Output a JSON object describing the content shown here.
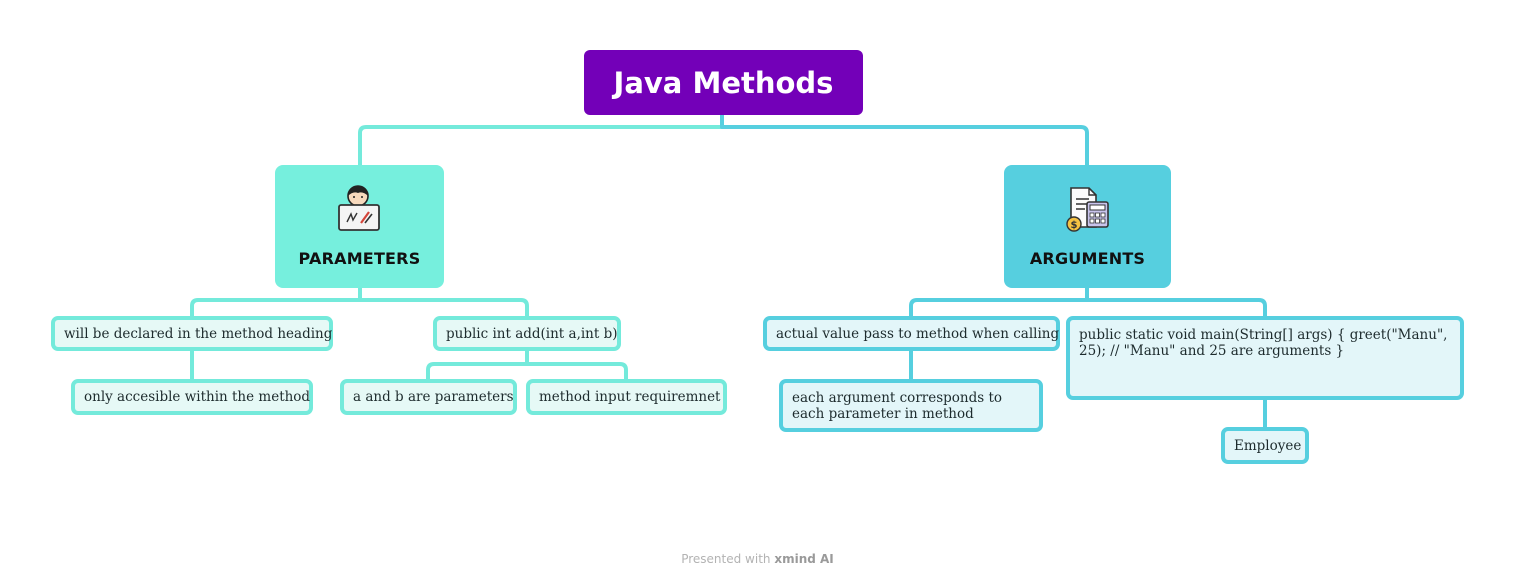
{
  "root": {
    "title": "Java Methods"
  },
  "parameters": {
    "label": "PARAMETERS",
    "icon": "person-at-drawing-board-icon",
    "children": [
      "will be declared in the method heading",
      "only accesible within the method",
      "public int add(int a,int b)",
      "a and b are parameters",
      "method input requiremnet"
    ]
  },
  "arguments": {
    "label": "ARGUMENTS",
    "icon": "document-calculator-icon",
    "children": [
      "actual value pass to method when calling",
      "each argument corresponds to each parameter in method",
      "public static void main(String[] args) {\n    greet(\"Manu\", 25); // \"Manu\" and 25 are arguments\n}",
      "Employee"
    ]
  },
  "footer": {
    "prefix": "Presented with",
    "brand": "xmind AI"
  },
  "colors": {
    "root": "#7300b8",
    "parameters": "#76efdd",
    "arguments": "#56cfdf",
    "leaf_fill": "#e6f9f6"
  }
}
